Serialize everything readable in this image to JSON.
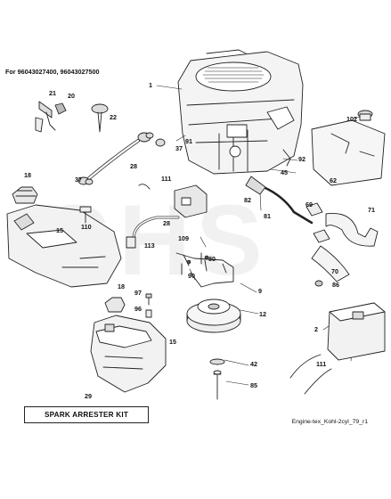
{
  "header": {
    "models_text": "For 96043027400, 96043027500"
  },
  "kit_label": "SPARK ARRESTER KIT",
  "diagram_ref": "Engine-tex_Kohl-2cyl_79_r1",
  "watermark": "GHS",
  "accent_color": "#2a8fa0",
  "callouts": [
    "1",
    "21",
    "20",
    "22",
    "102",
    "37",
    "91",
    "92",
    "45",
    "18",
    "37",
    "28",
    "111",
    "82",
    "62",
    "15",
    "110",
    "28",
    "113",
    "109",
    "69",
    "71",
    "81",
    "70",
    "90",
    "80",
    "86",
    "9",
    "18",
    "97",
    "96",
    "12",
    "2",
    "15",
    "42",
    "111",
    "85",
    "29"
  ]
}
